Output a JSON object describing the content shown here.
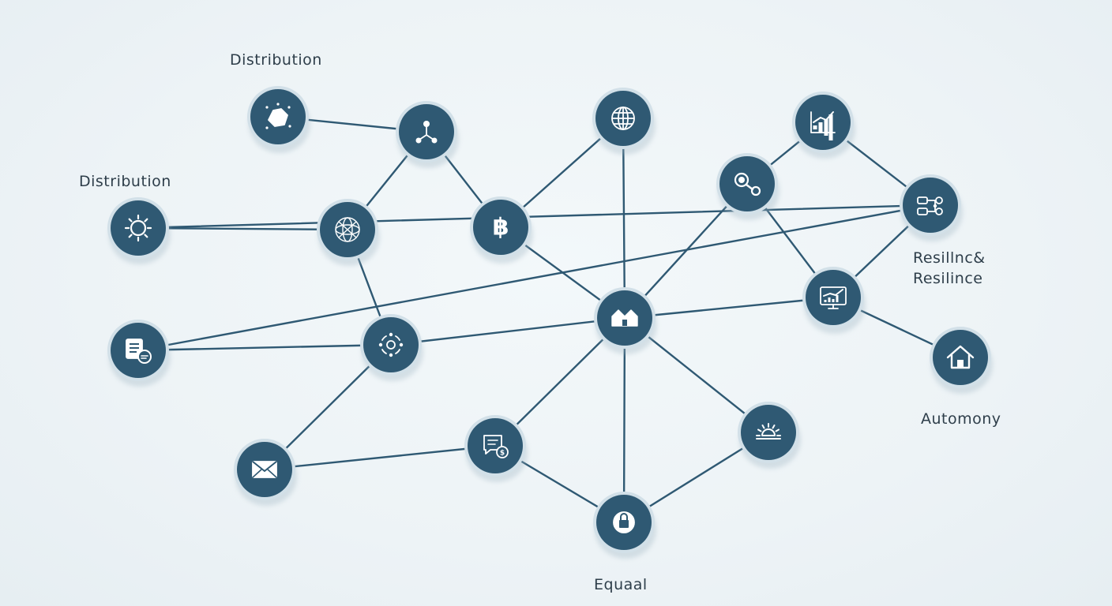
{
  "colors": {
    "background": "#eef4f7",
    "node_fill": "#2f5973",
    "node_ring": "#d2e0e8",
    "edge": "#2f5973",
    "icon": "#ffffff",
    "text": "#2e3e4a"
  },
  "labels": {
    "distribution_top": "Distribution",
    "distribution_left": "Distribution",
    "resilience_line1": "Resillnc&",
    "resilience_line2": "Resilince",
    "autonomy": "Automony",
    "equal": "Equaal"
  },
  "nodes": [
    {
      "id": "n1",
      "icon": "network-map-icon"
    },
    {
      "id": "n2",
      "icon": "molecule-icon"
    },
    {
      "id": "n3",
      "icon": "globe-icon"
    },
    {
      "id": "n4",
      "icon": "growth-chart-icon"
    },
    {
      "id": "n5",
      "icon": "sun-gear-icon"
    },
    {
      "id": "n6",
      "icon": "wireframe-globe-icon"
    },
    {
      "id": "n7",
      "icon": "bitcoin-icon"
    },
    {
      "id": "n8",
      "icon": "key-link-icon"
    },
    {
      "id": "n9",
      "icon": "circuit-icon"
    },
    {
      "id": "n10",
      "icon": "document-chat-icon"
    },
    {
      "id": "n11",
      "icon": "node-cycle-icon"
    },
    {
      "id": "n12",
      "icon": "houses-icon"
    },
    {
      "id": "n13",
      "icon": "monitor-chart-icon"
    },
    {
      "id": "n14",
      "icon": "house-icon"
    },
    {
      "id": "n15",
      "icon": "mail-icon"
    },
    {
      "id": "n16",
      "icon": "message-money-icon"
    },
    {
      "id": "n17",
      "icon": "sun-icon"
    },
    {
      "id": "n18",
      "icon": "lock-icon"
    }
  ],
  "edges": [
    [
      "n1",
      "n2"
    ],
    [
      "n2",
      "n6"
    ],
    [
      "n2",
      "n7"
    ],
    [
      "n5",
      "n6"
    ],
    [
      "n5",
      "n9"
    ],
    [
      "n9",
      "n10"
    ],
    [
      "n6",
      "n11"
    ],
    [
      "n10",
      "n11"
    ],
    [
      "n11",
      "n15"
    ],
    [
      "n11",
      "n12"
    ],
    [
      "n7",
      "n12"
    ],
    [
      "n3",
      "n7"
    ],
    [
      "n3",
      "n12"
    ],
    [
      "n12",
      "n8"
    ],
    [
      "n12",
      "n13"
    ],
    [
      "n8",
      "n4"
    ],
    [
      "n8",
      "n13"
    ],
    [
      "n4",
      "n9"
    ],
    [
      "n9",
      "n13"
    ],
    [
      "n13",
      "n14"
    ],
    [
      "n12",
      "n16"
    ],
    [
      "n12",
      "n18"
    ],
    [
      "n12",
      "n17"
    ],
    [
      "n15",
      "n16"
    ],
    [
      "n16",
      "n18"
    ],
    [
      "n17",
      "n18"
    ]
  ]
}
